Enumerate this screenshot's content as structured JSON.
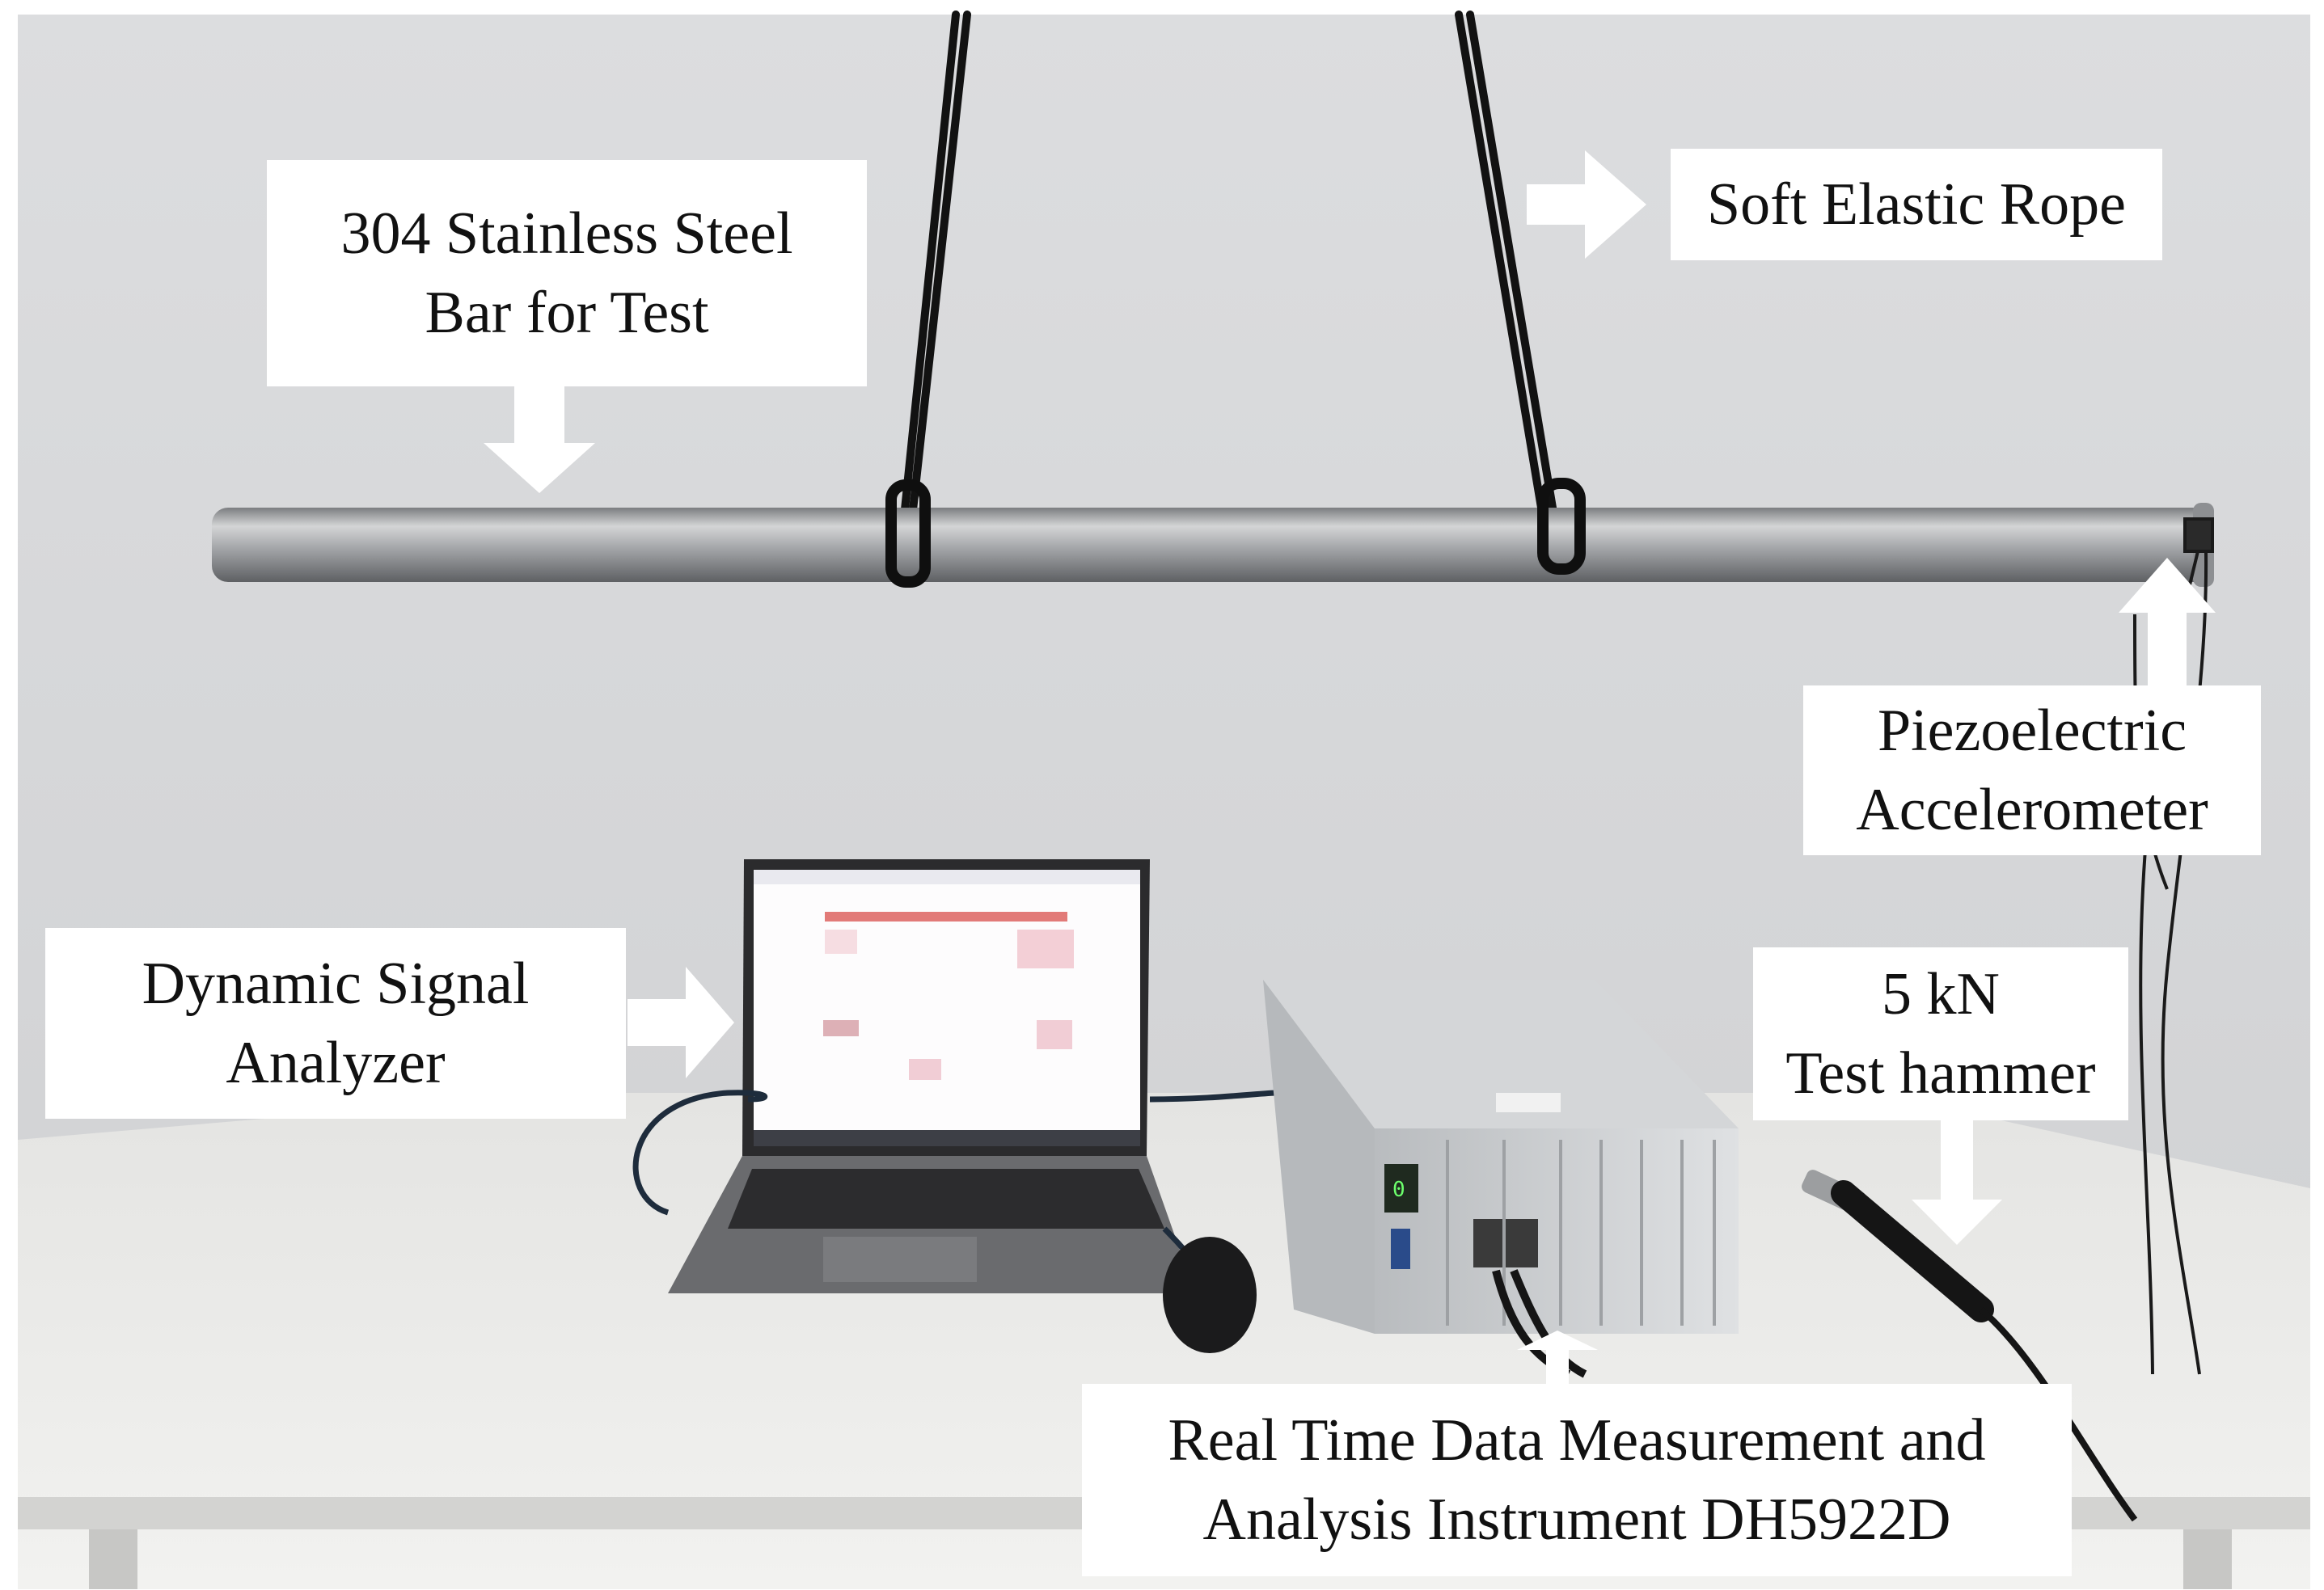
{
  "figure": {
    "colors": {
      "wall": "#d6d7d9",
      "table": "#ececea",
      "steel_bar": "#a9abad",
      "rope": "#111111",
      "label_bg": "#ffffff",
      "arrow": "#ffffff"
    }
  },
  "labels": {
    "steel_bar": [
      "304 Stainless Steel",
      "Bar for Test"
    ],
    "rope": "Soft Elastic Rope",
    "accelerometer": [
      "Piezoelectric",
      "Accelerometer"
    ],
    "analyzer": [
      "Dynamic Signal",
      "Analyzer"
    ],
    "hammer": [
      "5 kN",
      "Test hammer"
    ],
    "instrument": [
      "Real Time Data Measurement and",
      "Analysis Instrument DH5922D"
    ]
  }
}
